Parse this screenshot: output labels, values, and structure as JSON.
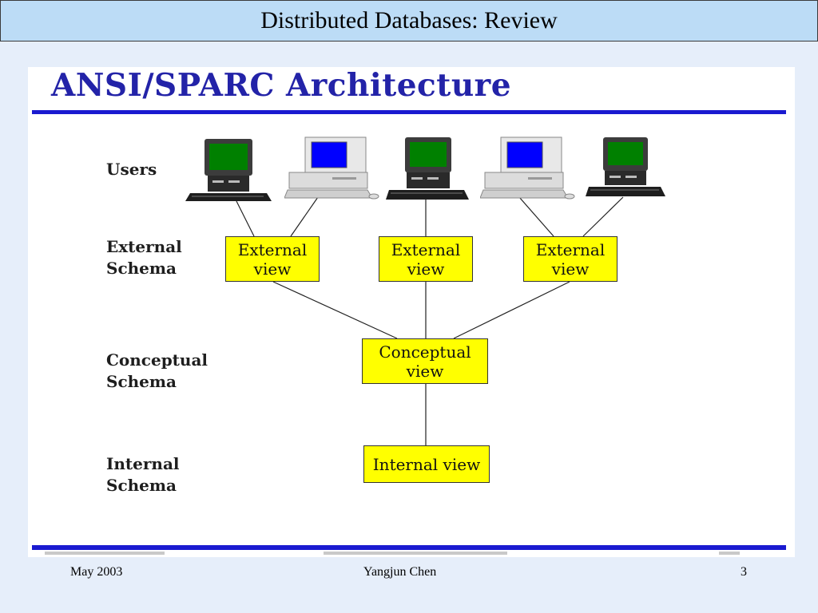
{
  "slide": {
    "title": "Distributed Databases: Review",
    "heading": "ANSI/SPARC Architecture"
  },
  "layers": {
    "users": "Users",
    "external_1": "External",
    "external_2": "Schema",
    "conceptual_1": "Conceptual",
    "conceptual_2": "Schema",
    "internal_1": "Internal",
    "internal_2": "Schema"
  },
  "boxes": {
    "external_views": [
      {
        "line1": "External",
        "line2": "view"
      },
      {
        "line1": "External",
        "line2": "view"
      },
      {
        "line1": "External",
        "line2": "view"
      }
    ],
    "conceptual": {
      "line1": "Conceptual",
      "line2": "view"
    },
    "internal": "Internal view"
  },
  "computers": [
    {
      "icon": "desktop-computer-icon",
      "screen": "#008000"
    },
    {
      "icon": "desktop-computer-icon",
      "screen": "#0000ff"
    },
    {
      "icon": "desktop-computer-icon",
      "screen": "#008000"
    },
    {
      "icon": "desktop-computer-icon",
      "screen": "#0000ff"
    },
    {
      "icon": "desktop-computer-icon",
      "screen": "#008000"
    }
  ],
  "footer": {
    "date": "May 2003",
    "author": "Yangjun Chen",
    "page": "3"
  },
  "colors": {
    "title_bar": "#bcdcf6",
    "heading": "#2323a8",
    "rule": "#1a1ad0",
    "box": "#ffff00"
  }
}
